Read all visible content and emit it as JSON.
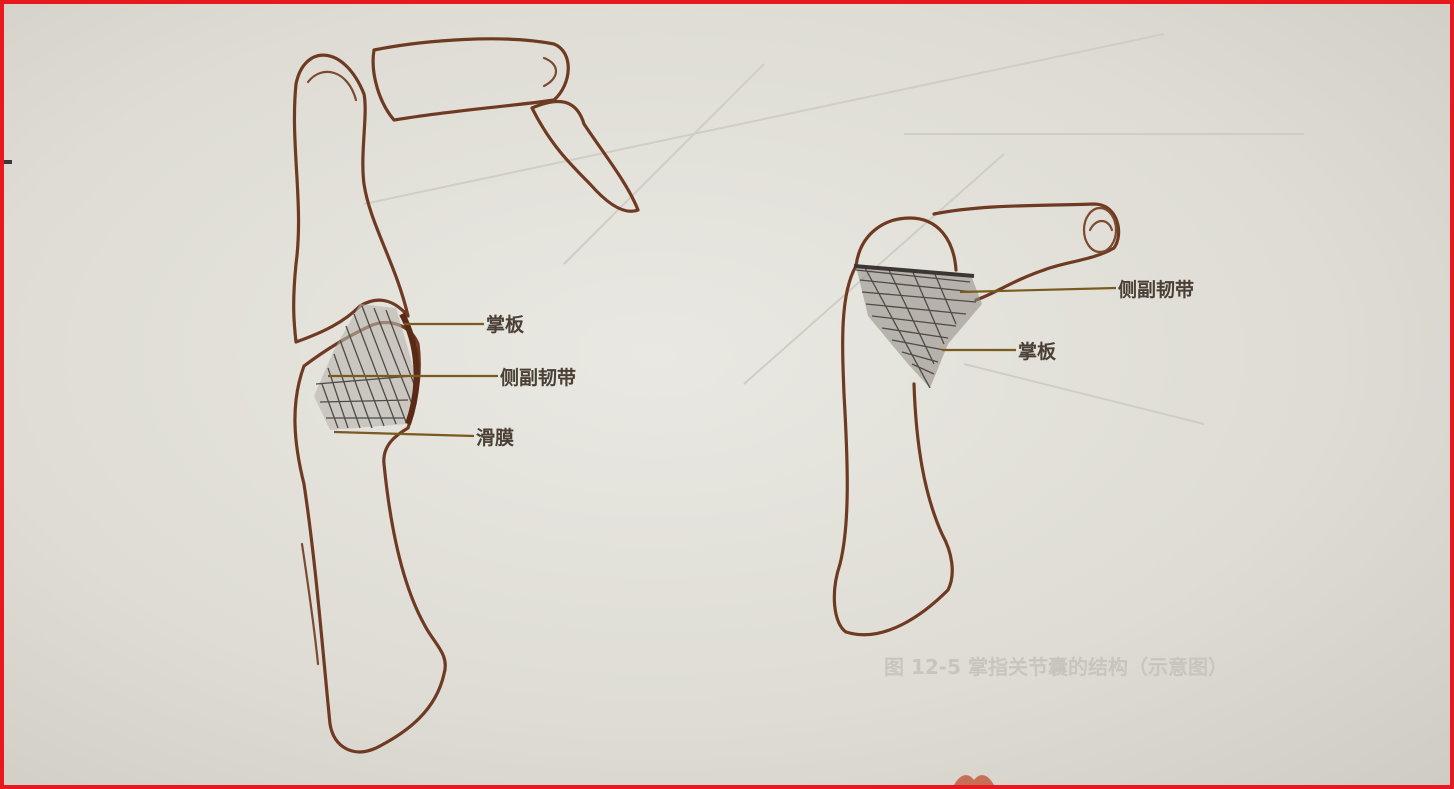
{
  "left_figure": {
    "labels": {
      "volar_plate": "掌板",
      "collateral_ligament": "侧副韧带",
      "synovium": "滑膜"
    }
  },
  "right_figure": {
    "labels": {
      "collateral_ligament": "侧副韧带",
      "volar_plate": "掌板"
    }
  },
  "caption_faint": "图 12-5   掌指关节囊的结构（示意图）",
  "colors": {
    "frame": "#e8191e",
    "bone_outline": "#6e3a22",
    "leader_line": "#7a5a1e",
    "ligament_hatch": "#4e4a48",
    "paper": "#e2e0d9"
  }
}
